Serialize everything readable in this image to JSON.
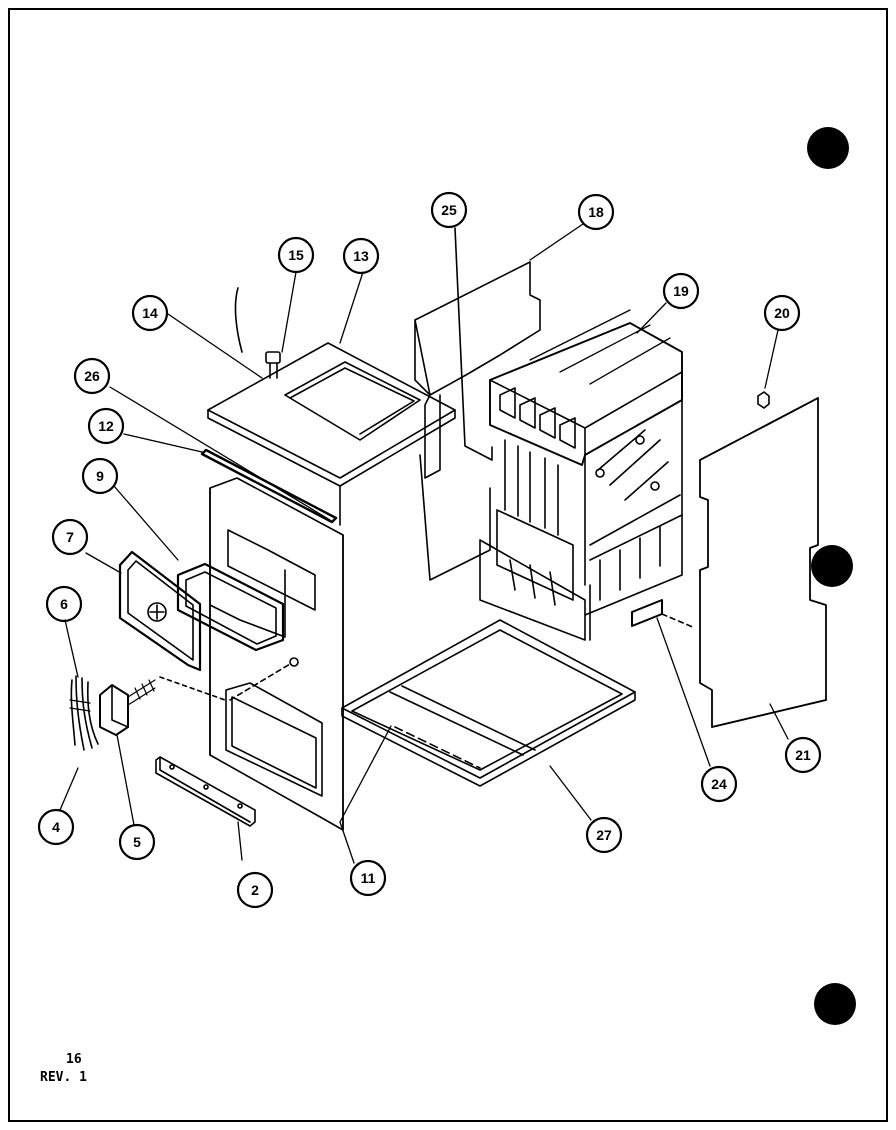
{
  "footer": {
    "page_number": "16",
    "revision": "REV. 1"
  },
  "callouts": [
    {
      "id": "c2",
      "label": "2"
    },
    {
      "id": "c4",
      "label": "4"
    },
    {
      "id": "c5",
      "label": "5"
    },
    {
      "id": "c6",
      "label": "6"
    },
    {
      "id": "c7",
      "label": "7"
    },
    {
      "id": "c9",
      "label": "9"
    },
    {
      "id": "c11",
      "label": "11"
    },
    {
      "id": "c12",
      "label": "12"
    },
    {
      "id": "c13",
      "label": "13"
    },
    {
      "id": "c14",
      "label": "14"
    },
    {
      "id": "c15",
      "label": "15"
    },
    {
      "id": "c18",
      "label": "18"
    },
    {
      "id": "c19",
      "label": "19"
    },
    {
      "id": "c20",
      "label": "20"
    },
    {
      "id": "c21",
      "label": "21"
    },
    {
      "id": "c24",
      "label": "24"
    },
    {
      "id": "c25",
      "label": "25"
    },
    {
      "id": "c26",
      "label": "26"
    },
    {
      "id": "c27",
      "label": "27"
    }
  ],
  "colors": {
    "ink": "#000000",
    "paper": "#ffffff"
  }
}
